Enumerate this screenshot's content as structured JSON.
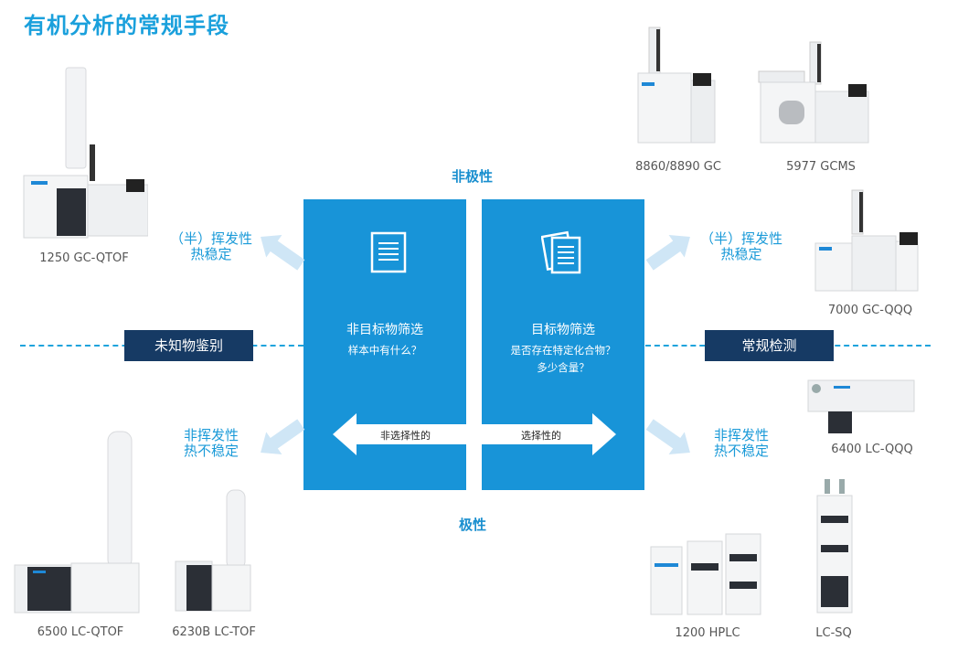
{
  "title": "有机分析的常规手段",
  "axis": {
    "top": "非极性",
    "bottom": "极性"
  },
  "left_panel": {
    "title": "非目标物筛选",
    "subtitle": "样本中有什么？",
    "icon": "document-icon"
  },
  "right_panel": {
    "title": "目标物筛选",
    "subtitle_line1": "是否存在特定化合物？",
    "subtitle_line2": "多少含量？",
    "icon": "documents-icon"
  },
  "selectivity": {
    "left": "非选择性的",
    "right": "选择性的"
  },
  "tags": {
    "left": "未知物鉴别",
    "right": "常规检测"
  },
  "properties": {
    "upper_left": [
      "（半）挥发性",
      "热稳定"
    ],
    "upper_right": [
      "（半）挥发性",
      "热稳定"
    ],
    "lower_left": [
      "非挥发性",
      "热不稳定"
    ],
    "lower_right": [
      "非挥发性",
      "热不稳定"
    ]
  },
  "instruments": {
    "gc_qtof": "1250 GC-QTOF",
    "gc_8860": "8860/8890 GC",
    "gcms_5977": "5977 GCMS",
    "gc_qqq": "7000 GC-QQQ",
    "lc_qqq": "6400 LC-QQQ",
    "lc_qtof": "6500 LC-QTOF",
    "lc_tof": "6230B LC-TOF",
    "hplc": "1200 HPLC",
    "lc_sq": "LC-SQ"
  },
  "colors": {
    "accent": "#1aa0dc",
    "panel": "#1894d8",
    "tag": "#163a64",
    "arrow_light": "#cfe6f6"
  }
}
